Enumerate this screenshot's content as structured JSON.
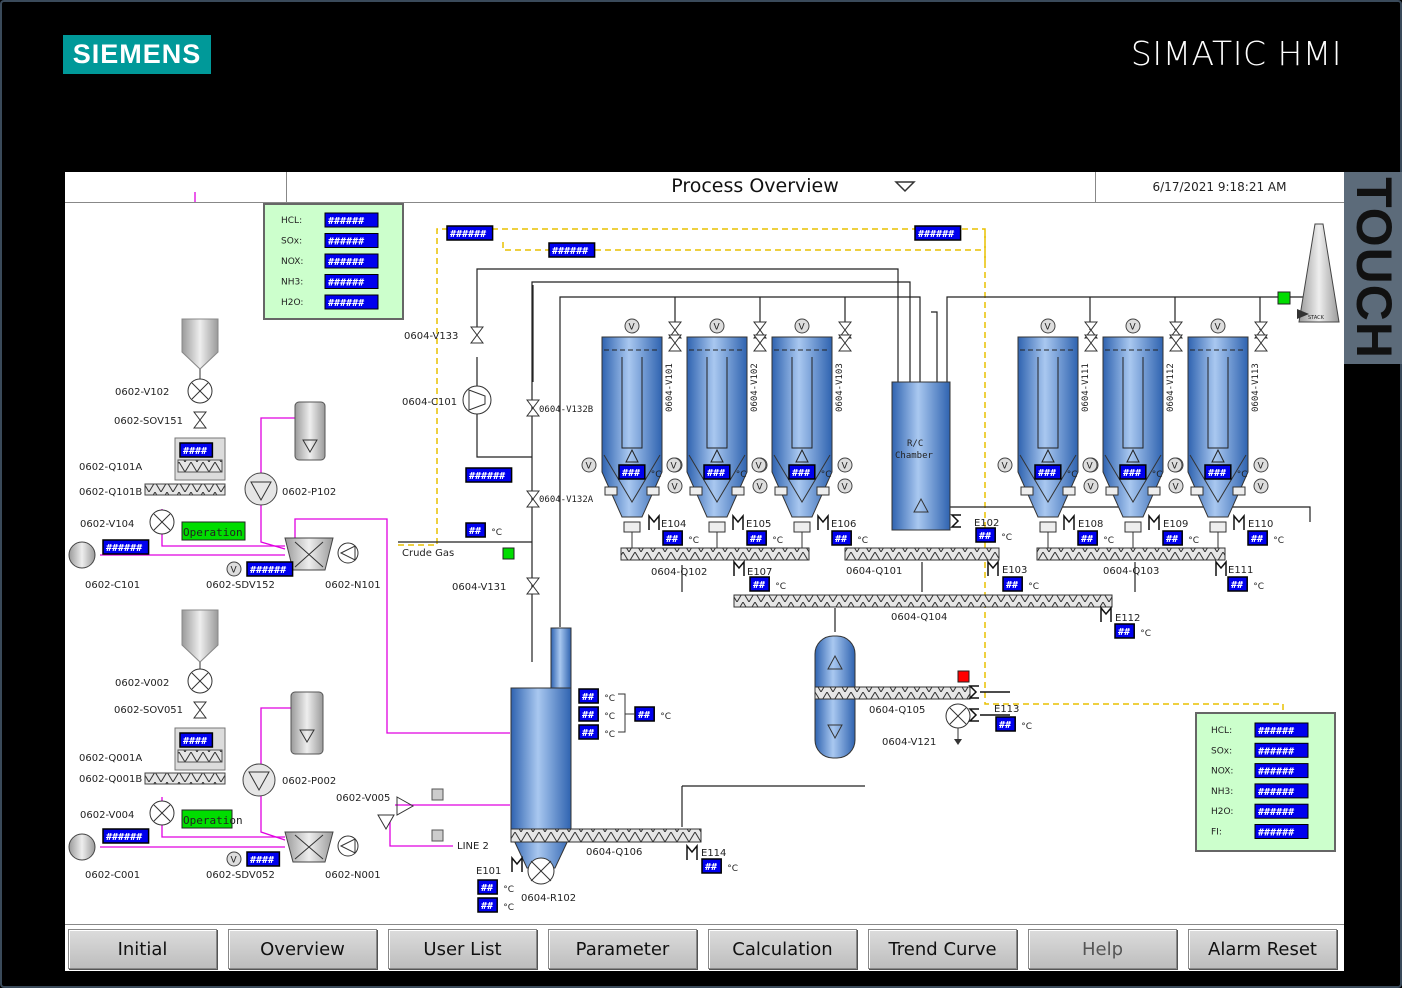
{
  "brand": {
    "logo": "SIEMENS",
    "product": "SIMATIC HMI",
    "side_tab": "TOUCH"
  },
  "header": {
    "title": "Process Overview",
    "datetime": "6/17/2021 9:18:21 AM"
  },
  "colors": {
    "accent_teal": "#009999",
    "value_box": "#0000ee",
    "panel_green": "#ccffcc",
    "tank_blue": "#3f7fd0",
    "status_green": "#00dd00",
    "status_red": "#ff0000",
    "flow_magenta": "#e000e0",
    "signal_yellow": "#e8c000"
  },
  "gas_panel_top": {
    "rows": [
      {
        "label": "HCL:",
        "value": "######"
      },
      {
        "label": "SOx:",
        "value": "######"
      },
      {
        "label": "NOX:",
        "value": "######"
      },
      {
        "label": "NH3:",
        "value": "######"
      },
      {
        "label": "H2O:",
        "value": "######"
      }
    ]
  },
  "gas_panel_bottom": {
    "rows": [
      {
        "label": "HCL:",
        "value": "######"
      },
      {
        "label": "SOx:",
        "value": "######"
      },
      {
        "label": "NOX:",
        "value": "######"
      },
      {
        "label": "NH3:",
        "value": "######"
      },
      {
        "label": "H2O:",
        "value": "######"
      },
      {
        "label": "FI:",
        "value": "######"
      }
    ]
  },
  "placeholders": {
    "v6": "######",
    "v4": "####",
    "v3": "###",
    "v2": "##",
    "degc": "°C"
  },
  "labels": {
    "v102": "0602-V102",
    "sov151": "0602-SOV151",
    "q101a": "0602-Q101A",
    "q101b": "0602-Q101B",
    "v104": "0602-V104",
    "c101": "0602-C101",
    "sdv152": "0602-SDV152",
    "n101": "0602-N101",
    "p102": "0602-P102",
    "v002": "0602-V002",
    "sov051": "0602-SOV051",
    "q001a": "0602-Q001A",
    "q001b": "0602-Q001B",
    "v004": "0602-V004",
    "c001": "0602-C001",
    "sdv052": "0602-SDV052",
    "n001": "0602-N001",
    "p002": "0602-P002",
    "v005": "0602-V005",
    "op": "Operation",
    "line2": "LINE 2",
    "crude_gas": "Crude Gas",
    "v133": "0604-V133",
    "c101b": "0604-C101",
    "v132b": "0604-V132B",
    "v132a": "0604-V132A",
    "v131": "0604-V131",
    "v101": "0604-V101",
    "v1022": "0604-V102",
    "v103": "0604-V103",
    "v111": "0604-V111",
    "v112": "0604-V112",
    "v113": "0604-V113",
    "rc": "R/C",
    "chamber": "Chamber",
    "stack": "STACK",
    "e101": "E101",
    "e102": "E102",
    "e103": "E103",
    "e104": "E104",
    "e105": "E105",
    "e106": "E106",
    "e107": "E107",
    "e108": "E108",
    "e109": "E109",
    "e110": "E110",
    "e111": "E111",
    "e112": "E112",
    "e113": "E113",
    "e114": "E114",
    "q102": "0604-Q102",
    "q101": "0604-Q101",
    "q103": "0604-Q103",
    "q104": "0604-Q104",
    "q105": "0604-Q105",
    "q106": "0604-Q106",
    "v121": "0604-V121",
    "r102": "0604-R102",
    "vsym": "V"
  },
  "footer": {
    "buttons": [
      "Initial",
      "Overview",
      "User List",
      "Parameter",
      "Calculation",
      "Trend Curve",
      "Help",
      "Alarm Reset"
    ]
  }
}
